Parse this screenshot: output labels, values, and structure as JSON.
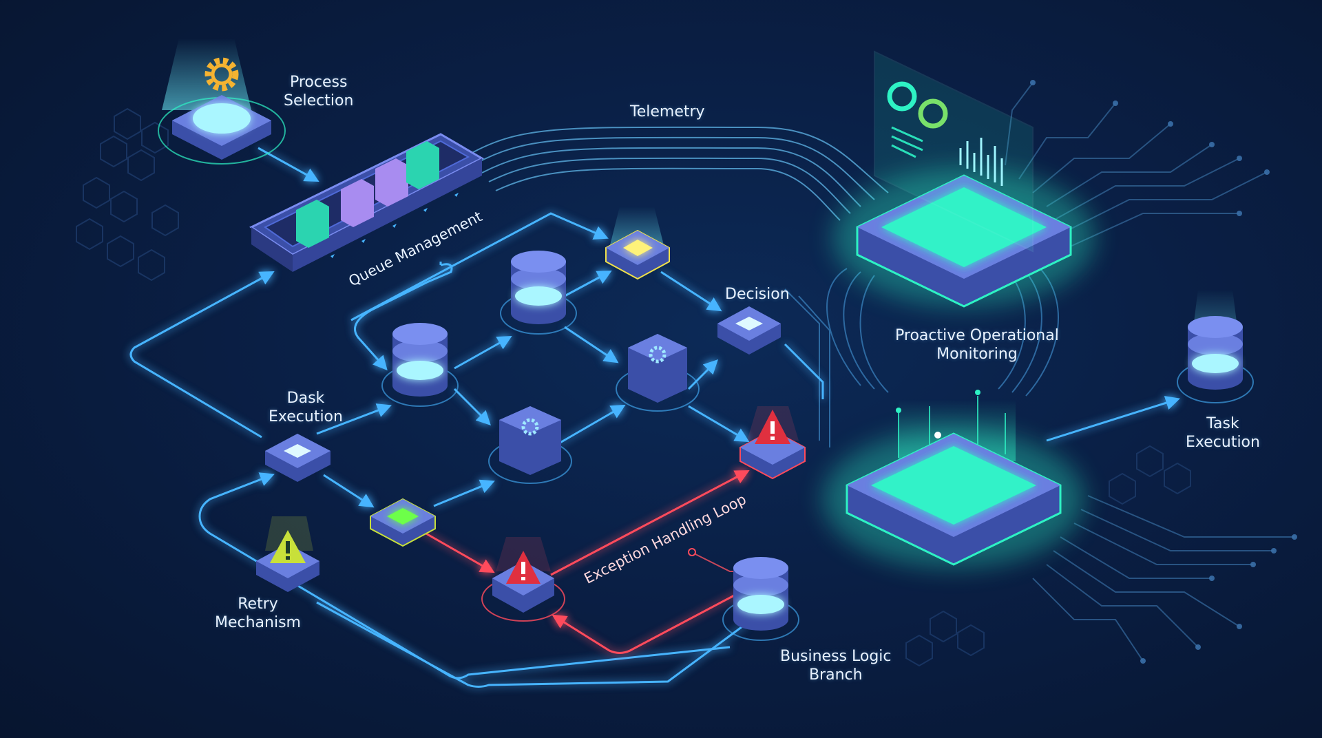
{
  "labels": {
    "process_selection": [
      "Process",
      "Selection"
    ],
    "telemetry": "Telemetry",
    "queue_management": "Queue Management",
    "decision": "Decision",
    "proactive_monitoring": [
      "Proactive Operational",
      "Monitoring"
    ],
    "dask_execution": [
      "Dask",
      "Execution"
    ],
    "task_execution": [
      "Task",
      "Execution"
    ],
    "exception_loop": "Exception Handling Loop",
    "retry_mechanism": [
      "Retry",
      "Mechanism"
    ],
    "business_logic": [
      "Business Logic",
      "Branch"
    ]
  },
  "colors": {
    "background": "#0a1f45",
    "flow": "#3aa9ff",
    "exception": "#ff4b5c",
    "teal_glow": "#2ef2c4",
    "node_body": "#3b4fa8",
    "node_top": "#6a7fe0",
    "warning_red": "#e0303f",
    "warning_yellow": "#c8e03a",
    "gear": "#f5b331"
  },
  "icons": [
    "gear-icon",
    "document-icon",
    "warning-icon",
    "database-icon",
    "monitor-dashboard-icon",
    "circuit-trace-icon"
  ]
}
